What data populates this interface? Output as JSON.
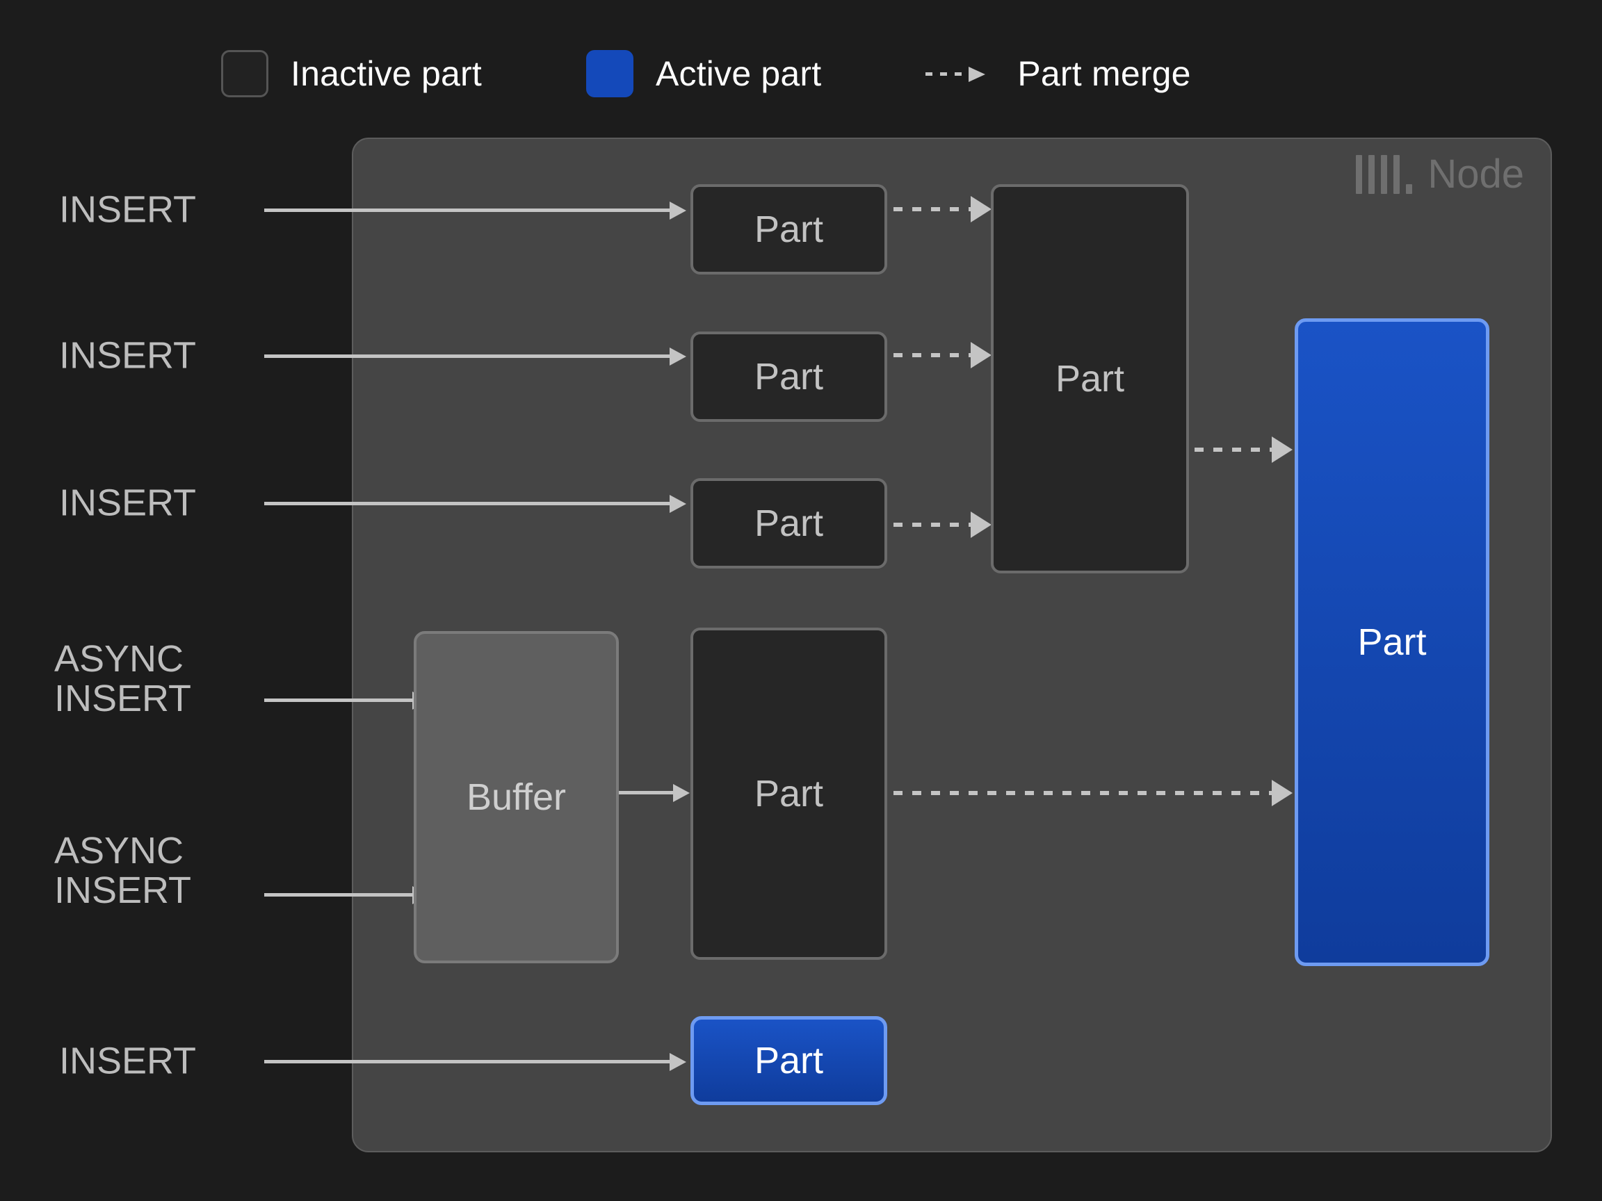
{
  "legend": {
    "items": [
      {
        "key": "inactive",
        "label": "Inactive part",
        "swatch": "inactive-part-swatch",
        "color": "#222222"
      },
      {
        "key": "active",
        "label": "Active part",
        "swatch": "active-part-swatch",
        "color": "#1449ba"
      },
      {
        "key": "merge",
        "label": "Part merge",
        "swatch": "dashed-arrow-icon",
        "color": "#c4c4c4"
      }
    ]
  },
  "node": {
    "title": "Node",
    "logo": "clickhouse-logo-icon"
  },
  "signals": [
    {
      "id": "insert-1",
      "label": "INSERT"
    },
    {
      "id": "insert-2",
      "label": "INSERT"
    },
    {
      "id": "insert-3",
      "label": "INSERT"
    },
    {
      "id": "async-insert-1",
      "label": "ASYNC\nINSERT"
    },
    {
      "id": "async-insert-2",
      "label": "ASYNC\nINSERT"
    },
    {
      "id": "insert-4",
      "label": "INSERT"
    }
  ],
  "boxes": {
    "part_top_1": "Part",
    "part_top_2": "Part",
    "part_top_3": "Part",
    "part_merged_mid": "Part",
    "buffer": "Buffer",
    "part_from_buffer": "Part",
    "part_final_active": "Part",
    "part_new_active": "Part"
  },
  "colors": {
    "background": "#1c1c1c",
    "node_panel": "#454545",
    "inactive_part_fill": "#262626",
    "inactive_part_border": "#6b6b6b",
    "buffer_fill": "#5f5f5f",
    "active_part_fill": "#1449ba",
    "active_part_border": "#6e9bf2",
    "connector": "#c4c4c4",
    "text": "#bdbdbd"
  }
}
